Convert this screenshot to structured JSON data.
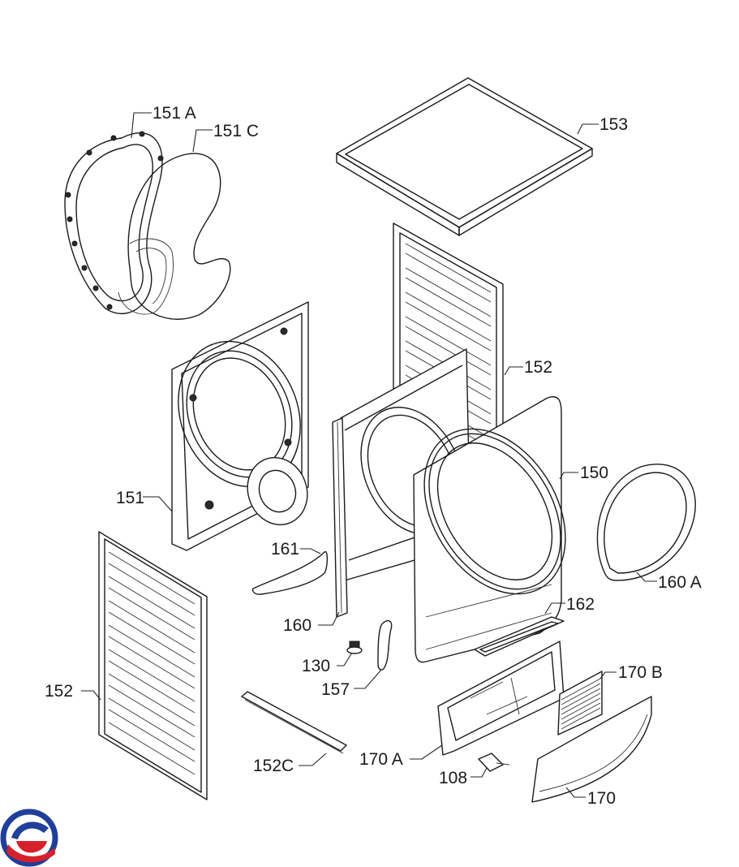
{
  "diagram": {
    "labels": {
      "p151A": "151 A",
      "p151C": "151 C",
      "p153": "153",
      "p152_right": "152",
      "p150": "150",
      "p151": "151",
      "p161": "161",
      "p160A": "160 A",
      "p162": "162",
      "p160": "160",
      "p130": "130",
      "p170B": "170 B",
      "p157": "157",
      "p152_left": "152",
      "p152C": "152C",
      "p170A": "170 A",
      "p108": "108",
      "p170": "170"
    },
    "colors": {
      "logo_blue": "#1f3f9a",
      "logo_red": "#d6212b",
      "line": "#1a1a1a"
    },
    "icons": {
      "logo": "brand-logo-icon"
    }
  }
}
